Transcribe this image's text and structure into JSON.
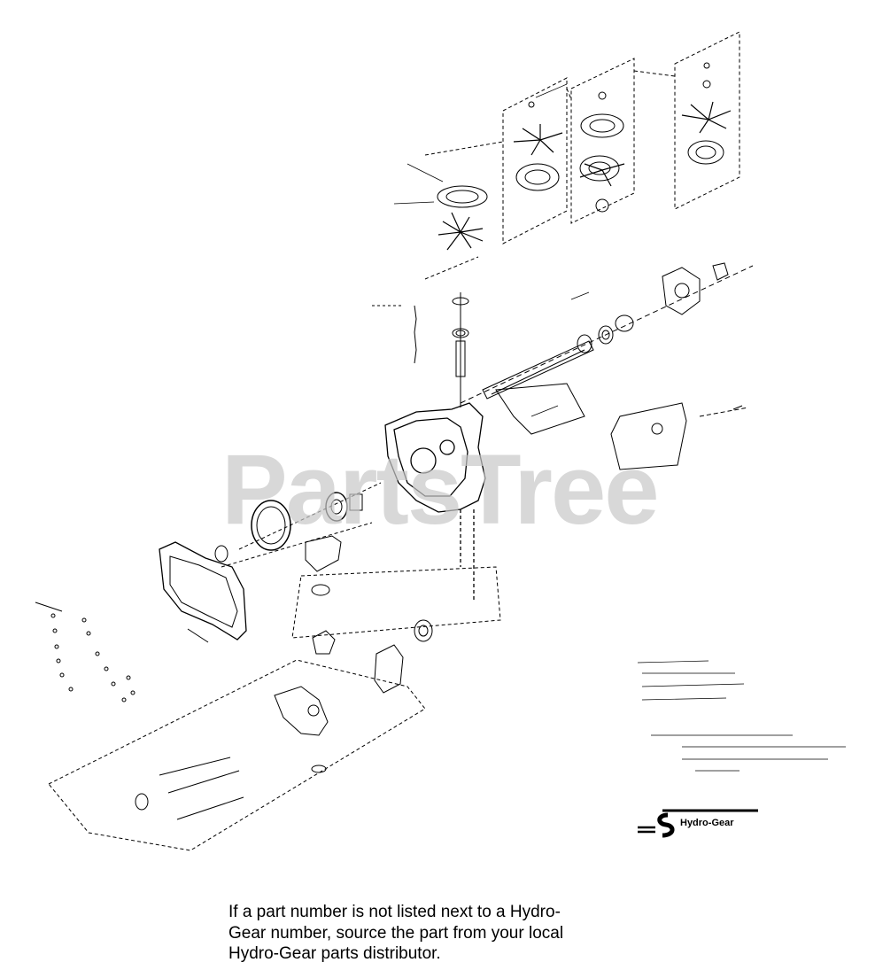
{
  "watermark": {
    "text": "PartsTree"
  },
  "brand": {
    "logo_text": "Hydro-Gear"
  },
  "footnote": {
    "lines": [
      "If a part number is not listed next to a Hydro-",
      "Gear number, source the part from your local",
      "Hydro-Gear parts distributor."
    ]
  },
  "colors": {
    "line": "#000000",
    "background": "#ffffff",
    "watermark": "#c8c8c8"
  }
}
